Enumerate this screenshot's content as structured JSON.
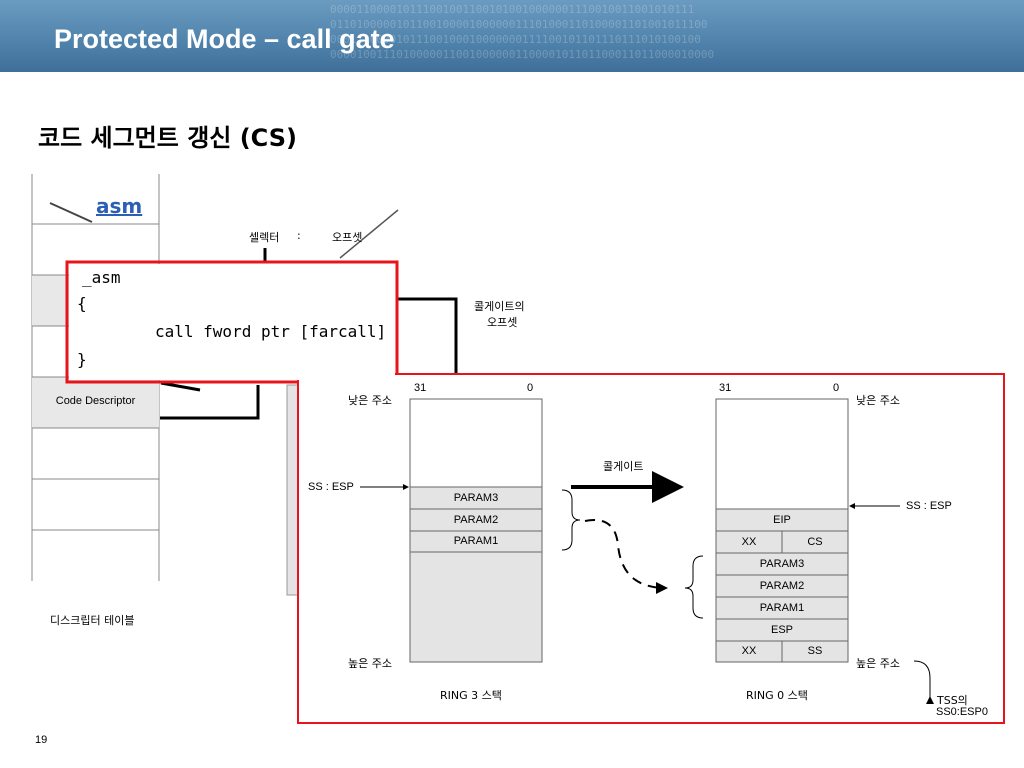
{
  "slide": {
    "title": "Protected Mode – call gate",
    "subtitle": "코드 세그먼트 갱신 (CS)",
    "page_number": "19",
    "binary_text": "0000110000101110010011001010010000001110010011001010111\n011010000010110010000100000011101000110100001101001011100\n00011100001011100100010000000111100101101110111010100100\n0000100111010000011001000000110000101101100011011000010000"
  },
  "descriptor_table": {
    "asm_logo": "asm",
    "code_descriptor": "Code Descriptor",
    "caption": "디스크립터 테이블"
  },
  "code_box": {
    "line1": "_asm",
    "line2": "{",
    "line3": "call fword ptr [farcall]",
    "line4": "}"
  },
  "labels": {
    "selector": "셀렉터",
    "colon": ":",
    "offset": "오프셋",
    "callgate_offset_1": "콜게이트의",
    "callgate_offset_2": "오프셋",
    "callgate": "콜게이트"
  },
  "ring3": {
    "bit_hi": "31",
    "bit_lo": "0",
    "low_addr": "낮은 주소",
    "high_addr": "높은 주소",
    "ss_esp": "SS : ESP",
    "cells": [
      "PARAM3",
      "PARAM2",
      "PARAM1"
    ],
    "caption": "RING 3 스택"
  },
  "ring0": {
    "bit_hi": "31",
    "bit_lo": "0",
    "low_addr": "낮은 주소",
    "high_addr": "높은 주소",
    "ss_esp": "SS : ESP",
    "eip": "EIP",
    "xx1": "XX",
    "cs": "CS",
    "param3": "PARAM3",
    "param2": "PARAM2",
    "param1": "PARAM1",
    "esp": "ESP",
    "xx2": "XX",
    "ss": "SS",
    "caption": "RING 0 스택",
    "tss_1": "TSS의",
    "tss_2": "SS0:ESP0"
  },
  "colors": {
    "header": "#4f82ab",
    "red_frame": "#e8141c",
    "stack_fill": "#e4e4e4",
    "descriptor_fill": "#e8e8e8"
  }
}
